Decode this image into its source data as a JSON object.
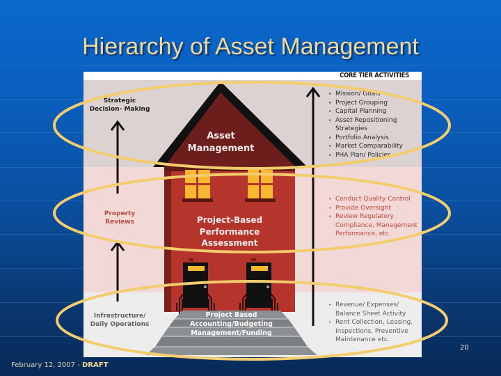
{
  "slide": {
    "title": "Hierarchy of Asset Management",
    "page_number": "20",
    "footer_date": "February 12, 2007 - ",
    "footer_status": "DRAFT"
  },
  "diagram": {
    "header": "CORE TIER ACTIVITIES",
    "tiers": [
      {
        "left_label_line1": "Strategic",
        "left_label_line2": "Decision- Making",
        "house_label_line1": "Asset",
        "house_label_line2": "Management",
        "activities": [
          "Mission/ Goals",
          "Project Grouping",
          "Capital Planning",
          "Asset Repositioning Strategies",
          "Portfolio Analysis",
          "Market Comparability",
          "PHA Plan/ Policies"
        ]
      },
      {
        "left_label_line1": "Property",
        "left_label_line2": "Reviews",
        "house_label_line1": "Project-Based",
        "house_label_line2": "Performance",
        "house_label_line3": "Assessment",
        "activities": [
          "Conduct Quality Control",
          "Provide Oversight",
          "Review Regulatory Compliance, Management Performance, etc."
        ]
      },
      {
        "left_label_line1": "Infrastructure/",
        "left_label_line2": "Daily Operations",
        "house_label_line1": "Project Based",
        "house_label_line2": "Accounting/Budgeting",
        "house_label_line3": "Management/Funding",
        "activities": [
          "Revenue/ Expenses/ Balance Sheet Activity",
          "Rent Collection, Leasing, Inspections, Preventive Maintenance etc."
        ]
      }
    ],
    "colors": {
      "roof": "#6b1e1c",
      "wall": "#b5352c",
      "window": "#f6b731",
      "ellipse": "#f3cc6e",
      "band_top": "#dcd2d2",
      "band_mid": "#f2d9d7",
      "band_bottom": "#ededed"
    }
  }
}
